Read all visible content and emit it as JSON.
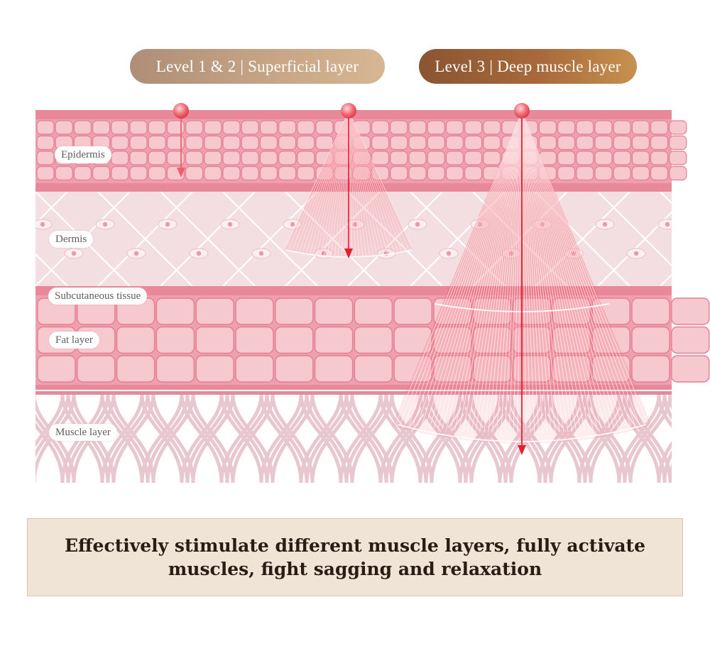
{
  "levels": {
    "superficial": "Level 1 & 2 | Superficial  layer",
    "deep": "Level 3 | Deep muscle layer"
  },
  "layers": {
    "epidermis": "Epidermis",
    "dermis": "Dermis",
    "subcutaneous": "Subcutaneous tissue",
    "fat": "Fat layer",
    "muscle": "Muscle layer"
  },
  "banner": {
    "text": "Effectively stimulate different muscle layers, fully activate muscles, fight sagging and relaxation"
  },
  "colors": {
    "skin_band": "#e8899a",
    "cell_fill": "#f6c9cf",
    "dermis_bg": "#f3dfe2",
    "muscle_fiber": "#e8bfca",
    "beam_red": "#ee2f3c",
    "banner_bg": "#efe4d5"
  },
  "icons": [
    "light-source-icon",
    "arrow-down-icon"
  ]
}
